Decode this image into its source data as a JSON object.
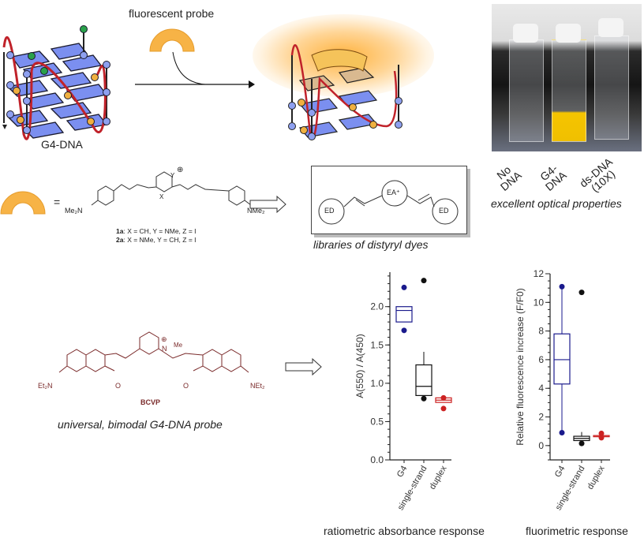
{
  "top": {
    "probe_label": "fluorescent probe",
    "g4_label": "G4-DNA"
  },
  "photo": {
    "labels": [
      "No DNA",
      "G4-DNA",
      "ds-DNA (10X)"
    ],
    "label_lines": [
      [
        "No",
        "DNA"
      ],
      [
        "G4-",
        "DNA"
      ],
      [
        "ds-DNA",
        "(10X)"
      ]
    ],
    "caption": "excellent optical properties",
    "solution_color": "#f5c400"
  },
  "dyes": {
    "equals": "=",
    "left_group": "Me₂N",
    "right_group": "NMe₂",
    "ring_x": "X",
    "ring_y": "Y",
    "charge": "⊕",
    "compounds": [
      {
        "id": "1a",
        "desc": ": X = CH, Y = NMe, Z = I"
      },
      {
        "id": "2a",
        "desc": ": X = NMe, Y = CH, Z = I"
      }
    ]
  },
  "library": {
    "donor": "ED",
    "acceptor": "EA⁺",
    "caption": "libraries of distyryl dyes"
  },
  "bcvp": {
    "name": "BCVP",
    "left_group": "Et₂N",
    "right_group": "NEt₂",
    "n_label": "N",
    "me_label": "Me",
    "charge": "⊕",
    "oxygen": "O",
    "caption": "universal, bimodal G4-DNA probe",
    "color": "#7a2a2a"
  },
  "captions": {
    "absorbance": "ratiometric absorbance response",
    "fluorescence": "fluorimetric response"
  },
  "chart_data": [
    {
      "type": "box",
      "title": "ratiometric absorbance response",
      "xlabel": "",
      "ylabel": "A(550) / A(450)",
      "ylim": [
        0,
        2.45
      ],
      "yticks": [
        0.0,
        0.5,
        1.0,
        1.5,
        2.0
      ],
      "ytick_labels": [
        "0.0",
        "0.5",
        "1.0",
        "1.5",
        "2.0"
      ],
      "categories": [
        "G4",
        "single-strand",
        "duplex"
      ],
      "colors": [
        "#1a1a8c",
        "#111111",
        "#cc2222"
      ],
      "series": [
        {
          "name": "G4",
          "q1": 1.8,
          "median": 1.95,
          "q3": 2.0,
          "whisker_low": 1.8,
          "whisker_high": 2.0,
          "outliers": [
            2.25,
            1.69
          ]
        },
        {
          "name": "single-strand",
          "q1": 0.84,
          "median": 0.96,
          "q3": 1.24,
          "whisker_low": 0.84,
          "whisker_high": 1.41,
          "outliers": [
            2.34,
            0.8
          ]
        },
        {
          "name": "duplex",
          "q1": 0.75,
          "median": 0.78,
          "q3": 0.81,
          "whisker_low": 0.75,
          "whisker_high": 0.81,
          "outliers": [
            0.81,
            0.67
          ]
        }
      ]
    },
    {
      "type": "box",
      "title": "fluorimetric response",
      "xlabel": "",
      "ylabel": "Relative fluorescence increase (F/F0)",
      "ylim": [
        -1,
        12
      ],
      "yticks": [
        0,
        2,
        4,
        6,
        8,
        10,
        12
      ],
      "ytick_labels": [
        "0",
        "2",
        "4",
        "6",
        "8",
        "10",
        "12"
      ],
      "categories": [
        "G4",
        "single-strand",
        "duplex"
      ],
      "colors": [
        "#1a1a8c",
        "#111111",
        "#cc2222"
      ],
      "series": [
        {
          "name": "G4",
          "q1": 4.3,
          "median": 6.0,
          "q3": 7.8,
          "whisker_low": 0.9,
          "whisker_high": 11.1,
          "outliers": [
            11.1,
            0.9
          ]
        },
        {
          "name": "single-strand",
          "q1": 0.35,
          "median": 0.5,
          "q3": 0.65,
          "whisker_low": 0.35,
          "whisker_high": 0.95,
          "outliers": [
            10.7,
            0.15
          ]
        },
        {
          "name": "duplex",
          "q1": 0.7,
          "median": 0.7,
          "q3": 0.7,
          "whisker_low": 0.5,
          "whisker_high": 0.85,
          "outliers": [
            0.85,
            0.55
          ]
        }
      ]
    }
  ]
}
